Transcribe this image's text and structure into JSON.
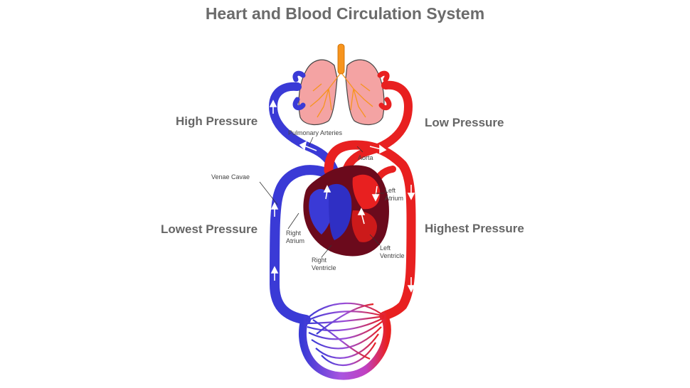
{
  "title": "Heart and Blood Circulation System",
  "pressure_labels": {
    "high": "High Pressure",
    "low": "Low Pressure",
    "lowest": "Lowest Pressure",
    "highest": "Highest Pressure"
  },
  "parts": {
    "pulmonary_arteries": "Pulmonary Arteries",
    "aorta": "Aorta",
    "venae_cavae": "Venae  Cavae",
    "left_atrium": [
      "Left",
      "Atrium"
    ],
    "right_atrium": [
      "Right",
      "Atrium"
    ],
    "right_ventricle": [
      "Right",
      "Ventricle"
    ],
    "left_ventricle": [
      "Left",
      "Ventricle"
    ]
  },
  "colors": {
    "venous_blue": "#3a3ad6",
    "arterial_red": "#e82020",
    "heart_dark": "#6b0a1c",
    "lung_pink": "#f4a3a3",
    "trachea_orange": "#f7941d",
    "capillary_purple": "#9b4fd8"
  }
}
